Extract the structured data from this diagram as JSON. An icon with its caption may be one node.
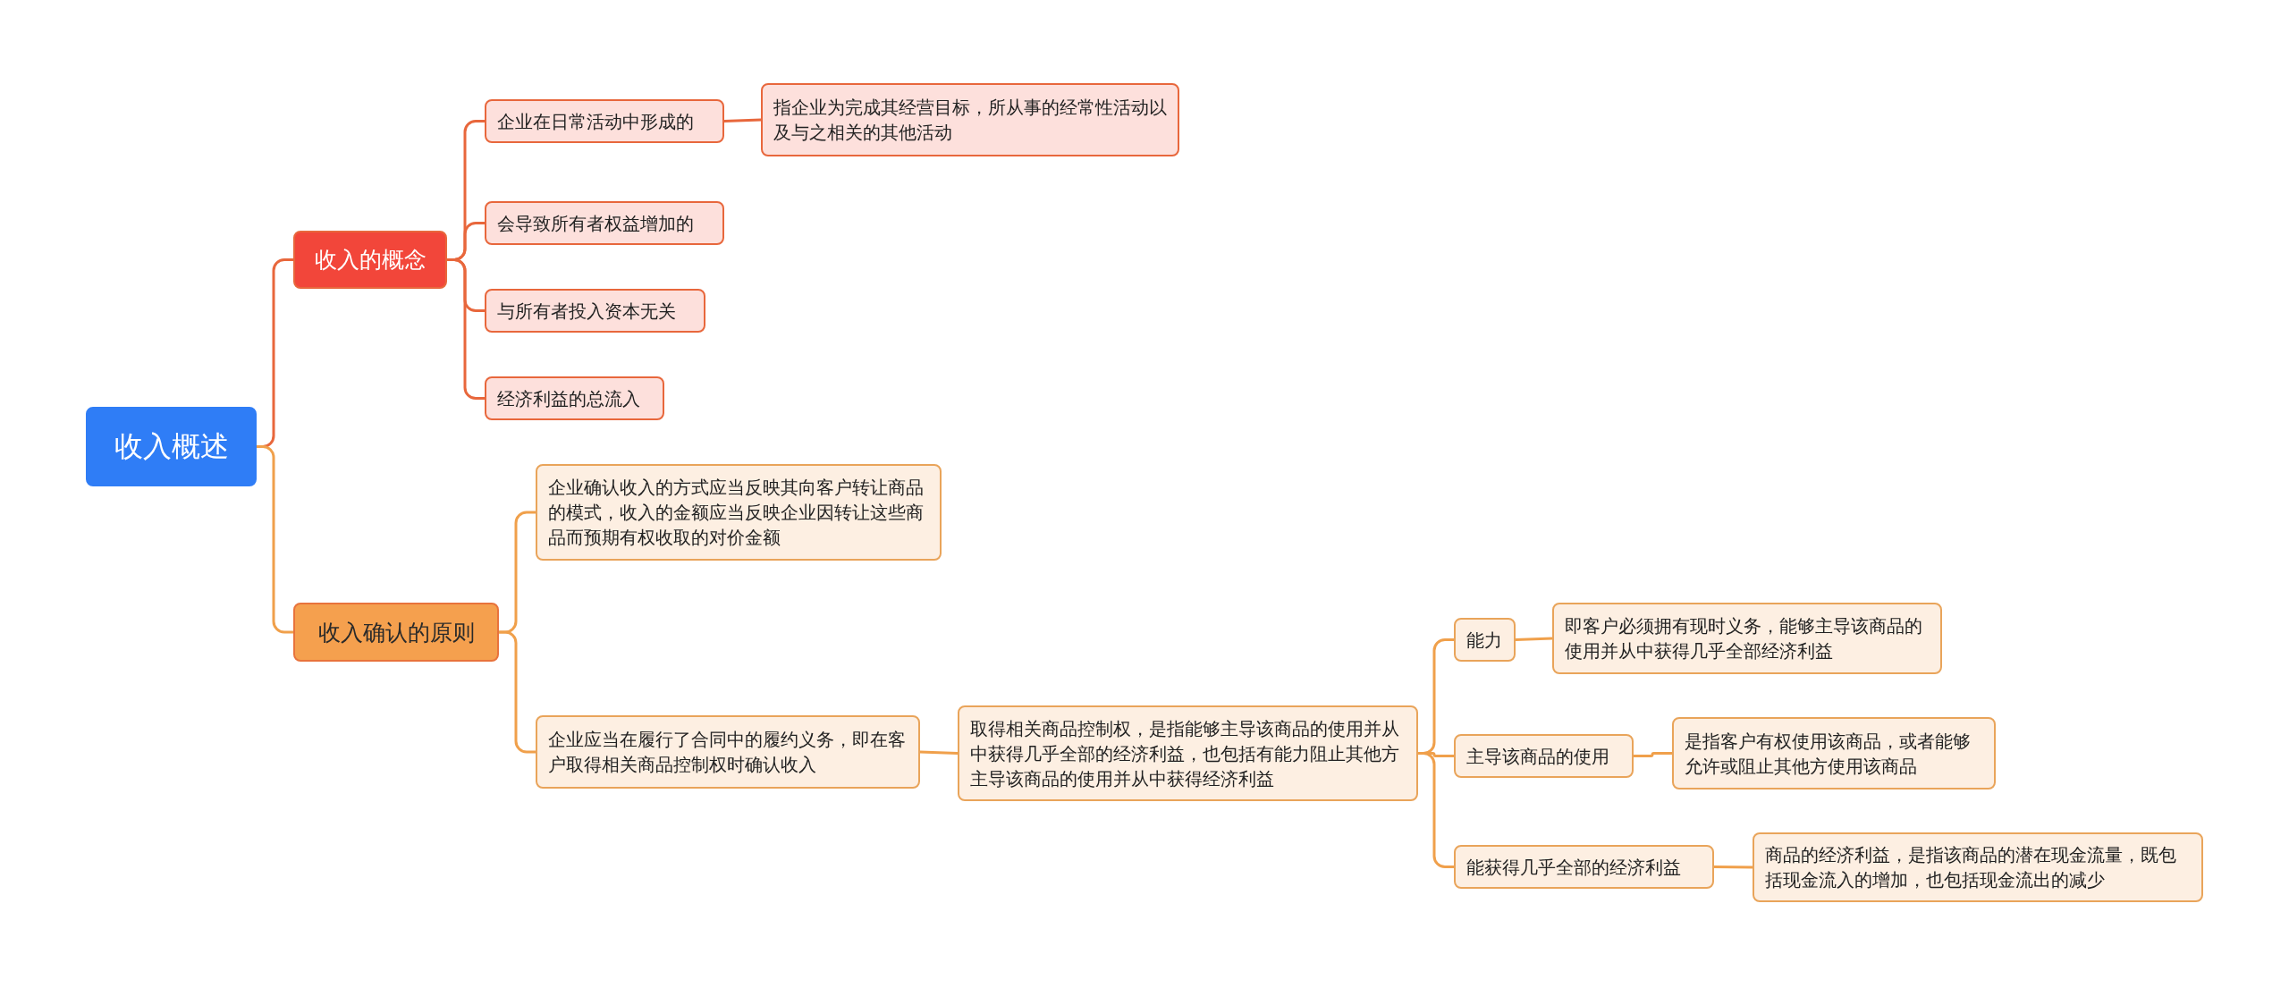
{
  "diagram": {
    "nodes": [
      {
        "text": [
          "收入概述"
        ]
      },
      {
        "text": [
          "收入的概念"
        ]
      },
      {
        "text": [
          "企业在日常活动中形成的"
        ]
      },
      {
        "text": [
          "指企业为完成其经营目标，所从事的经常性活动以及与之相关的其他活动"
        ]
      },
      {
        "text": [
          "会导致所有者权益增加的"
        ]
      },
      {
        "text": [
          "与所有者投入资本无关"
        ]
      },
      {
        "text": [
          "经济利益的总流入"
        ]
      },
      {
        "text": [
          "收入确认的原则"
        ]
      },
      {
        "text": [
          "企业确认收入的方式应当反映其向客户转让商品的模式，收入的金额应当反映企业因转让这些商品而预期有权收取的对价金额"
        ]
      },
      {
        "text": [
          "企业应当在履行了合同中的履约义务，即在客户取得相关商品控制权时确认收入"
        ]
      },
      {
        "text": [
          "取得相关商品控制权，是指能够主导该商品的使用并从中获得几乎全部的经济利益，也包括有能力阻止其他方主导该商品的使用并从中获得经济利益"
        ]
      },
      {
        "text": [
          "能力"
        ]
      },
      {
        "text": [
          "即客户必须拥有现时义务，能够主导该商品的使用并从中获得几乎全部经济利益"
        ]
      },
      {
        "text": [
          "主导该商品的使用"
        ]
      },
      {
        "text": [
          "是指客户有权使用该商品，或者能够允许或阻止其他方使用该商品"
        ]
      },
      {
        "text": [
          "能获得几乎全部的经济利益"
        ]
      },
      {
        "text": [
          "商品的经济利益，是指该商品的潜在现金流量，既包括现金流入的增加，也包括现金流出的减少"
        ]
      }
    ],
    "edges": [
      {
        "from": 0,
        "to": 1,
        "arrow": "none",
        "color": "#e8673c"
      },
      {
        "from": 1,
        "to": 2,
        "arrow": "none",
        "color": "#e8673c"
      },
      {
        "from": 2,
        "to": 3,
        "arrow": "none",
        "color": "#e8673c"
      },
      {
        "from": 1,
        "to": 4,
        "arrow": "none",
        "color": "#e8673c"
      },
      {
        "from": 1,
        "to": 5,
        "arrow": "none",
        "color": "#e8673c"
      },
      {
        "from": 1,
        "to": 6,
        "arrow": "none",
        "color": "#e8673c"
      },
      {
        "from": 0,
        "to": 7,
        "arrow": "none"
      },
      {
        "from": 7,
        "to": 8,
        "arrow": "none"
      },
      {
        "from": 7,
        "to": 9,
        "arrow": "none"
      },
      {
        "from": 9,
        "to": 10,
        "arrow": "none"
      },
      {
        "from": 10,
        "to": 11,
        "arrow": "none"
      },
      {
        "from": 11,
        "to": 12,
        "arrow": "none"
      },
      {
        "from": 10,
        "to": 13,
        "arrow": "none"
      },
      {
        "from": 13,
        "to": 14,
        "arrow": "none"
      },
      {
        "from": 10,
        "to": 15,
        "arrow": "none"
      },
      {
        "from": 15,
        "to": 16,
        "arrow": "none"
      }
    ]
  }
}
